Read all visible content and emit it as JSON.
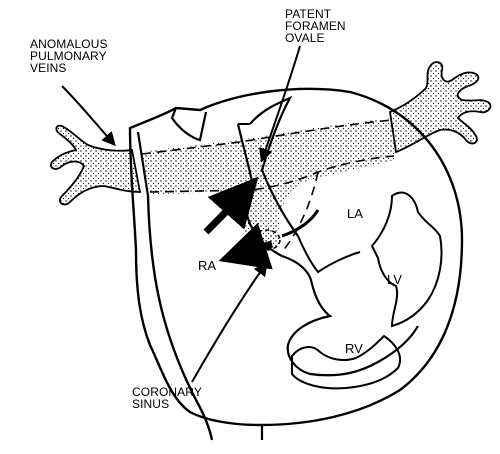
{
  "labels": {
    "anomalous_veins": [
      "ANOMALOUS",
      "PULMONARY",
      "VEINS"
    ],
    "patent_foramen": [
      "PATENT",
      "FORAMEN",
      "OVALE"
    ],
    "coronary_sinus": [
      "CORONARY",
      "SINUS"
    ]
  },
  "chambers": {
    "ra": "RA",
    "la": "LA",
    "lv": "LV",
    "rv": "RV"
  }
}
